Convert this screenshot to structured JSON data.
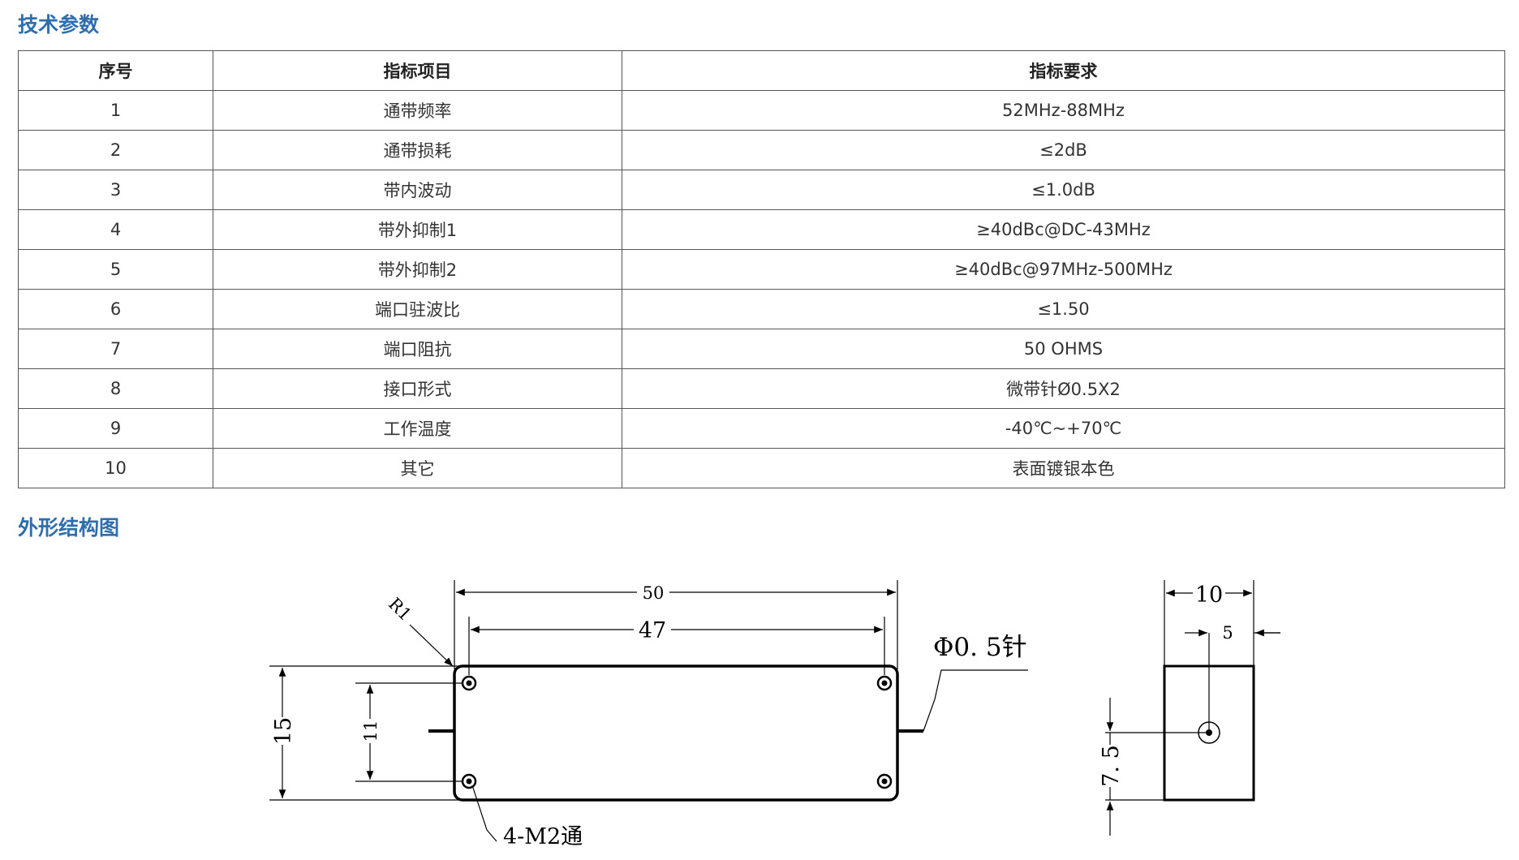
{
  "sections": {
    "spec_title": "技术参数",
    "drawing_title": "外形结构图"
  },
  "table": {
    "headers": [
      "序号",
      "指标项目",
      "指标要求"
    ],
    "rows": [
      [
        "1",
        "通带频率",
        "52MHz-88MHz"
      ],
      [
        "2",
        "通带损耗",
        "≤2dB"
      ],
      [
        "3",
        "带内波动",
        "≤1.0dB"
      ],
      [
        "4",
        "带外抑制1",
        "≥40dBc@DC-43MHz"
      ],
      [
        "5",
        "带外抑制2",
        "≥40dBc@97MHz-500MHz"
      ],
      [
        "6",
        "端口驻波比",
        "≤1.50"
      ],
      [
        "7",
        "端口阻抗",
        "50 OHMS"
      ],
      [
        "8",
        "接口形式",
        "微带针Ø0.5X2"
      ],
      [
        "9",
        "工作温度",
        "-40℃~+70℃"
      ],
      [
        "10",
        "其它",
        "表面镀银本色"
      ]
    ]
  },
  "drawing": {
    "front": {
      "width_overall": "50",
      "hole_spacing": "47",
      "height_overall": "15",
      "hole_spacing_vertical": "11",
      "corner_radius": "R1",
      "holes_note": "4-M2通",
      "pin_note": "Φ0. 5针"
    },
    "side": {
      "width": "10",
      "pin_offset_x": "5",
      "pin_offset_y": "7. 5"
    }
  }
}
